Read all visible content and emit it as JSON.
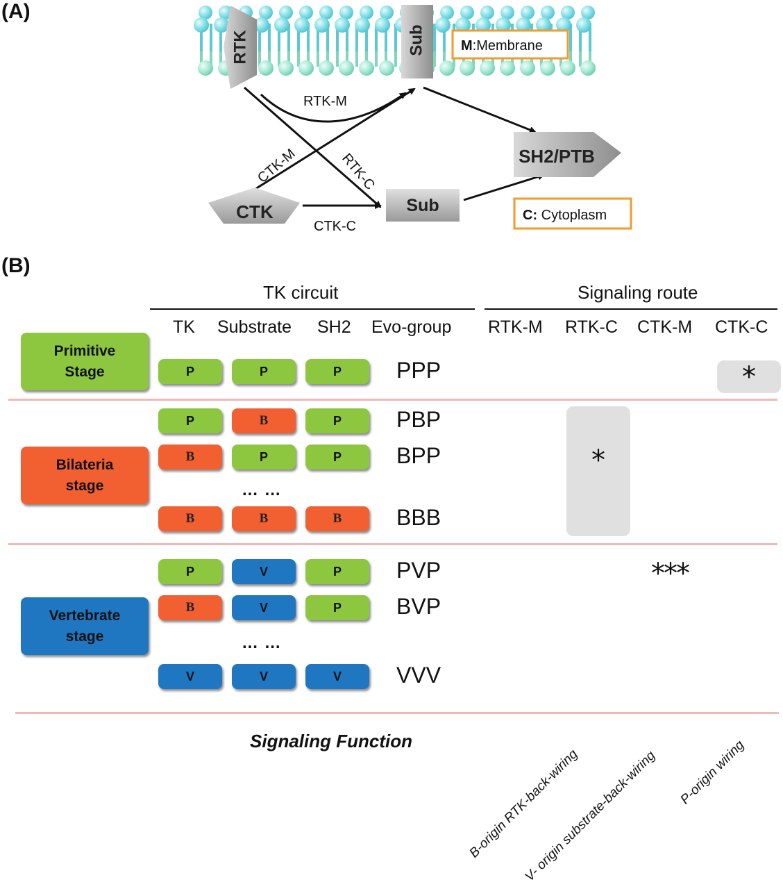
{
  "panel_a": {
    "label": "(A)",
    "nodes": {
      "rtk": "RTK",
      "sub_membrane": "Sub",
      "sh2_ptb": "SH2/PTB",
      "ctk": "CTK",
      "sub_cytoplasm": "Sub"
    },
    "legend_membrane": {
      "key": "M",
      "sep": ":",
      "text": "Membrane"
    },
    "legend_cytoplasm": {
      "key": "C:",
      "text": " Cytoplasm"
    },
    "edge_labels": {
      "rtk_m": "RTK-M",
      "rtk_c": "RTK-C",
      "ctk_m": "CTK-M",
      "ctk_c": "CTK-C"
    },
    "colors": {
      "legend_border": "#f39a2b",
      "membrane_head_outer": "#7fe0e6",
      "membrane_head_inner": "#a6ead6",
      "node_gray": "#a8a8a8"
    }
  },
  "panel_b": {
    "label": "(B)",
    "group_headers": {
      "tk_circuit": "TK circuit",
      "signaling_route": "Signaling route"
    },
    "columns": {
      "tk": "TK",
      "substrate": "Substrate",
      "sh2": "SH2",
      "evo_group": "Evo-group",
      "rtk_m": "RTK-M",
      "rtk_c": "RTK-C",
      "ctk_m": "CTK-M",
      "ctk_c": "CTK-C"
    },
    "stages": [
      {
        "label_line1": "Primitive",
        "label_line2": "Stage",
        "color": "#8dc63f"
      },
      {
        "label_line1": "Bilateria",
        "label_line2": "stage",
        "color": "#f26031"
      },
      {
        "label_line1": "Vertebrate",
        "label_line2": "stage",
        "color": "#1f77c2"
      }
    ],
    "rows": [
      {
        "tk": "P",
        "substrate": "P",
        "sh2": "P",
        "group": "PPP"
      },
      {
        "tk": "P",
        "substrate": "B",
        "sh2": "P",
        "group": "PBP"
      },
      {
        "tk": "B",
        "substrate": "P",
        "sh2": "P",
        "group": "BPP"
      },
      {
        "tk": "B",
        "substrate": "B",
        "sh2": "B",
        "group": "BBB"
      },
      {
        "tk": "P",
        "substrate": "V",
        "sh2": "P",
        "group": "PVP"
      },
      {
        "tk": "B",
        "substrate": "V",
        "sh2": "P",
        "group": "BVP"
      },
      {
        "tk": "V",
        "substrate": "V",
        "sh2": "V",
        "group": "VVV"
      }
    ],
    "ellipsis": "… …",
    "markers": {
      "primitive_ctk_c": "*",
      "bilateria_rtk_c": "*",
      "vertebrate_ctk_m": "***"
    },
    "signaling_function": {
      "title": "Signaling Function",
      "items": [
        "B-origin RTK-back-wiring",
        "V- origin substrate-back-wiring",
        "P-origin wiring"
      ]
    },
    "colors": {
      "separator": "#f2b8b8",
      "highlight": "#e0e0e0"
    }
  }
}
